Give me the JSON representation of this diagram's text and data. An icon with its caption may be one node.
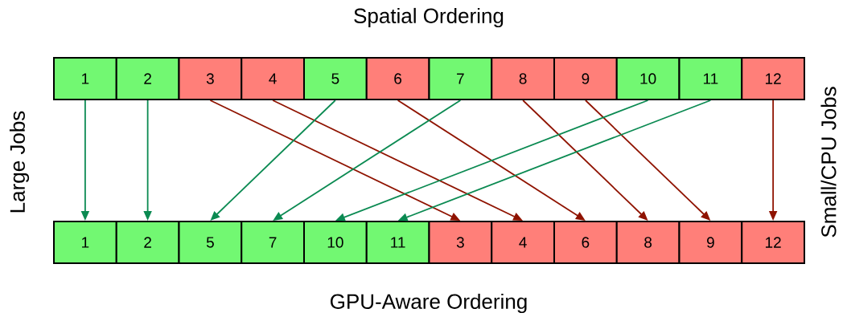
{
  "diagram": {
    "nodes": [
      {
        "text": [
          "1"
        ]
      },
      {
        "text": [
          "2"
        ]
      },
      {
        "text": [
          "3"
        ]
      },
      {
        "text": [
          "4"
        ]
      },
      {
        "text": [
          "5"
        ]
      },
      {
        "text": [
          "6"
        ]
      },
      {
        "text": [
          "7"
        ]
      },
      {
        "text": [
          "8"
        ]
      },
      {
        "text": [
          "9"
        ]
      },
      {
        "text": [
          "10"
        ]
      },
      {
        "text": [
          "11"
        ]
      },
      {
        "text": [
          "12"
        ]
      },
      {
        "text": [
          "1"
        ]
      },
      {
        "text": [
          "2"
        ]
      },
      {
        "text": [
          "5"
        ]
      },
      {
        "text": [
          "7"
        ]
      },
      {
        "text": [
          "10"
        ]
      },
      {
        "text": [
          "11"
        ]
      },
      {
        "text": [
          "3"
        ]
      },
      {
        "text": [
          "4"
        ]
      },
      {
        "text": [
          "6"
        ]
      },
      {
        "text": [
          "8"
        ]
      },
      {
        "text": [
          "9"
        ]
      },
      {
        "text": [
          "12"
        ]
      }
    ],
    "edges": [
      {
        "from": 0,
        "to": 12,
        "arrow": "to",
        "color": "#0b8a52"
      },
      {
        "from": 1,
        "to": 13,
        "arrow": "to",
        "color": "#0b8a52"
      },
      {
        "from": 2,
        "to": 18,
        "arrow": "to",
        "color": "#8f1300"
      },
      {
        "from": 3,
        "to": 19,
        "arrow": "to",
        "color": "#8f1300"
      },
      {
        "from": 4,
        "to": 14,
        "arrow": "to",
        "color": "#0b8a52"
      },
      {
        "from": 5,
        "to": 20,
        "arrow": "to",
        "color": "#8f1300"
      },
      {
        "from": 6,
        "to": 15,
        "arrow": "to",
        "color": "#0b8a52"
      },
      {
        "from": 7,
        "to": 21,
        "arrow": "to",
        "color": "#8f1300"
      },
      {
        "from": 8,
        "to": 22,
        "arrow": "to",
        "color": "#8f1300"
      },
      {
        "from": 9,
        "to": 16,
        "arrow": "to",
        "color": "#0b8a52"
      },
      {
        "from": 10,
        "to": 17,
        "arrow": "to",
        "color": "#0b8a52"
      },
      {
        "from": 11,
        "to": 23,
        "arrow": "to",
        "color": "#8f1300"
      }
    ],
    "labels": [
      "Spatial Ordering",
      "Large Jobs",
      "Small/CPU Jobs",
      "GPU-Aware Ordering"
    ]
  }
}
